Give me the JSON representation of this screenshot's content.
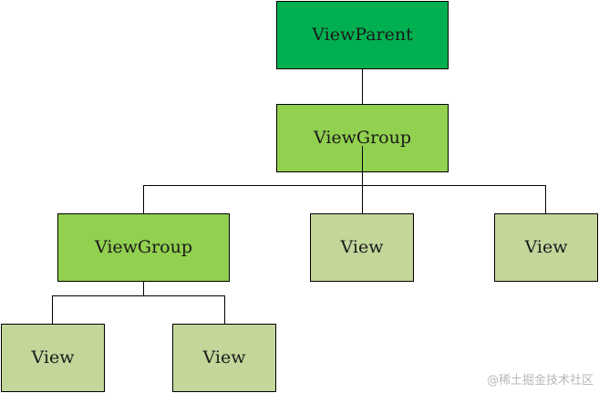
{
  "colors": {
    "root": "#00b050",
    "group": "#92d050",
    "leaf": "#c4d79b",
    "line": "#000000",
    "watermark_text": "#b8b8b8"
  },
  "nodes": {
    "view_parent": {
      "label": "ViewParent",
      "kind": "root"
    },
    "view_group_top": {
      "label": "ViewGroup",
      "kind": "group"
    },
    "view_group_left": {
      "label": "ViewGroup",
      "kind": "group"
    },
    "view_mid": {
      "label": "View",
      "kind": "leaf"
    },
    "view_right": {
      "label": "View",
      "kind": "leaf"
    },
    "view_bottom_left": {
      "label": "View",
      "kind": "leaf"
    },
    "view_bottom_right": {
      "label": "View",
      "kind": "leaf"
    }
  },
  "edges": [
    [
      "view_parent",
      "view_group_top"
    ],
    [
      "view_group_top",
      "view_group_left"
    ],
    [
      "view_group_top",
      "view_mid"
    ],
    [
      "view_group_top",
      "view_right"
    ],
    [
      "view_group_left",
      "view_bottom_left"
    ],
    [
      "view_group_left",
      "view_bottom_right"
    ]
  ],
  "watermark": "@稀土掘金技术社区"
}
